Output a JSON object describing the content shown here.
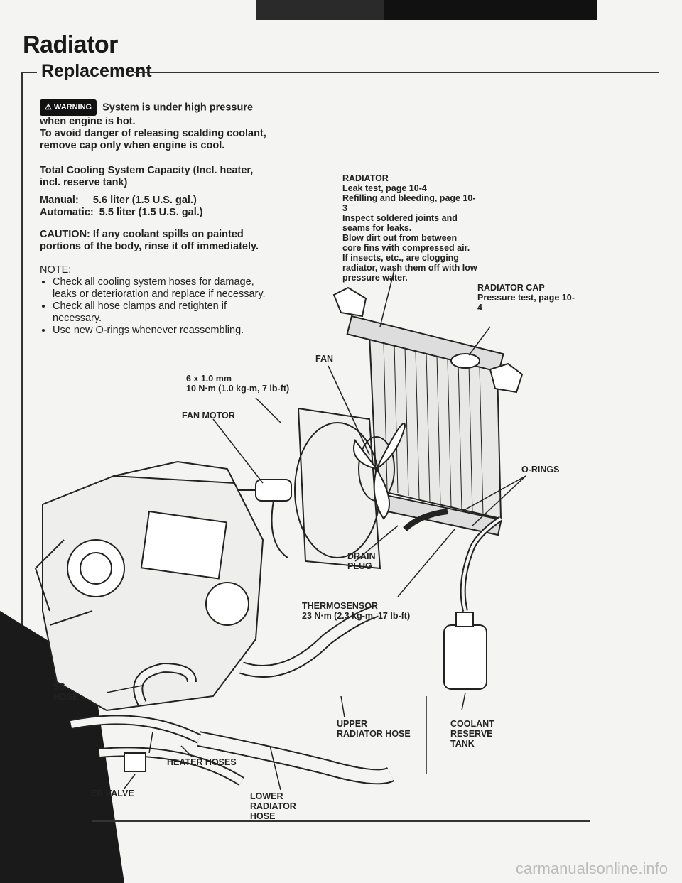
{
  "header": {
    "title": "Radiator",
    "subtitle": "Replacement"
  },
  "warning": {
    "badge": "WARNING",
    "line1": "System is under high pressure when engine is hot.",
    "line2": "To avoid danger of releasing scalding coolant, remove cap only when engine is cool."
  },
  "capacity": {
    "heading": "Total Cooling System Capacity (Incl. heater, incl. reserve tank)",
    "manual": "Manual:     5.6 liter (1.5 U.S. gal.)",
    "automatic": "Automatic:  5.5 liter (1.5 U.S. gal.)"
  },
  "caution": "CAUTION: If any coolant spills on painted portions of the body, rinse it off immediately.",
  "note": {
    "heading": "NOTE:",
    "items": [
      "Check all cooling system hoses for damage, leaks or deterioration and replace if necessary.",
      "Check all hose clamps and retighten if necessary.",
      "Use new O-rings whenever reassembling."
    ]
  },
  "labels": {
    "radiator": {
      "title": "RADIATOR",
      "l1": "Leak test, page 10-4",
      "l2": "Refilling and bleeding, page 10-3",
      "l3": "Inspect soldered joints and seams for leaks.",
      "l4": "Blow dirt out from between core fins with compressed air.",
      "l5": "If insects, etc., are clogging radiator, wash them off with low pressure water."
    },
    "radiator_cap": {
      "title": "RADIATOR CAP",
      "sub": "Pressure test, page 10-4"
    },
    "fan": "FAN",
    "bolt": {
      "l1": "6 x 1.0 mm",
      "l2": "10 N·m (1.0 kg-m, 7 lb-ft)"
    },
    "fan_motor": "FAN MOTOR",
    "o_rings": "O-RINGS",
    "drain_plug": {
      "l1": "DRAIN",
      "l2": "PLUG"
    },
    "thermosensor": {
      "l1": "THERMOSENSOR",
      "l2": "23 N·m (2.3 kg-m, 17 lb-ft)"
    },
    "bypass_hose": {
      "l1": "SS",
      "l2": "HOSE"
    },
    "upper_hose": {
      "l1": "UPPER",
      "l2": "RADIATOR HOSE"
    },
    "coolant_tank": {
      "l1": "COOLANT",
      "l2": "RESERVE",
      "l3": "TANK"
    },
    "heater_hoses": "HEATER HOSES",
    "heater_valve": "ER VALVE",
    "lower_hose": {
      "l1": "LOWER",
      "l2": "RADIATOR",
      "l3": "HOSE"
    }
  },
  "footer": {
    "watermark": "carmanualsonline.info"
  }
}
